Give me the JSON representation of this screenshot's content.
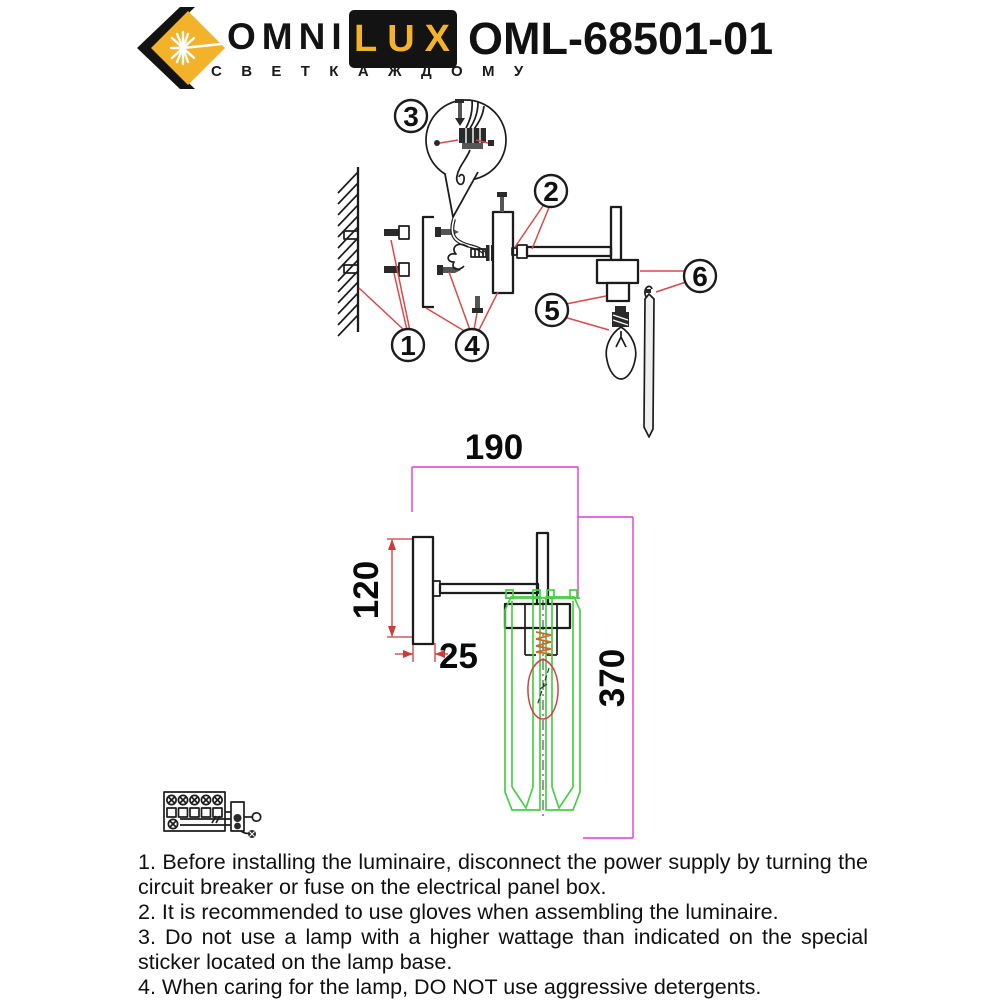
{
  "header": {
    "brand_omni": "OMNI",
    "brand_lux": "LUX",
    "brand_tagline": "С В Е Т   К А Ж Д О М У",
    "model": "OML-68501-01"
  },
  "assembly": {
    "callouts": [
      "1",
      "2",
      "3",
      "4",
      "5",
      "6"
    ]
  },
  "dimensions": {
    "width": "190",
    "plate_height": "120",
    "plate_depth": "25",
    "total_height": "370"
  },
  "instructions": {
    "items": [
      "1. Before installing the luminaire, disconnect the power supply by turning the circuit breaker or fuse on the electrical panel box.",
      "2. It is recommended to use gloves when assembling the luminaire.",
      "3. Do not use a lamp with a higher wattage than indicated on the special sticker located on the lamp base.",
      "4. When caring for the lamp, DO NOT use aggressive detergents."
    ]
  },
  "colors": {
    "brand_gold": "#f2b32a",
    "logo_black": "#131313",
    "leader_red": "#d84a4a",
    "dimension_red": "#cc3b3b",
    "dimension_magenta": "#dd3cdd",
    "shade_green": "#48cf45",
    "bulb_red": "#cc4444",
    "coil_orange": "#cc6a2a",
    "line_black": "#1c1c1c"
  }
}
